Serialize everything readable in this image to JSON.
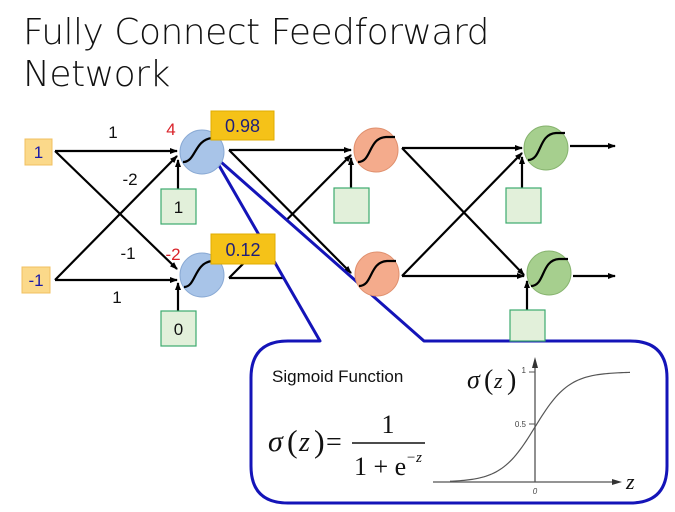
{
  "title_line1": "Fully Connect Feedforward",
  "title_line2": "Network",
  "inputs": [
    {
      "value": "1"
    },
    {
      "value": "-1"
    }
  ],
  "weights": {
    "in1_to_n1": "1",
    "in1_to_n2": "-2",
    "in2_to_n1": "-1",
    "in2_to_n2": "1"
  },
  "layer1": [
    {
      "pre_activation": "4",
      "output": "0.98",
      "bias": "1"
    },
    {
      "pre_activation": "-2",
      "output": "0.12",
      "bias": "0"
    }
  ],
  "layer2": [
    {
      "bias": ""
    },
    {
      "bias": ""
    }
  ],
  "layer3": [
    {
      "bias": ""
    },
    {
      "bias": ""
    }
  ],
  "callout": {
    "title": "Sigmoid Function",
    "formula_lhs_sigma": "σ",
    "formula_lhs_z": "z",
    "formula_eq": "=",
    "formula_numerator": "1",
    "formula_denominator": "1 + e",
    "formula_exponent": "−z",
    "plot_ylabel_sigma": "σ",
    "plot_ylabel_z": "z",
    "plot_xlabel": "z",
    "plot_tick_1": "1",
    "plot_tick_05": "0.5",
    "plot_tick_0": "0"
  },
  "colors": {
    "input_box": "#fbd98a",
    "output_box": "#f5c218",
    "layer1_neuron": "#a8c4e8",
    "layer2_neuron": "#f4ab8c",
    "layer3_neuron": "#a6cf8e",
    "bias_box": "#e2f0da",
    "bias_border": "#3daa6e",
    "callout_border": "#1414b8"
  }
}
